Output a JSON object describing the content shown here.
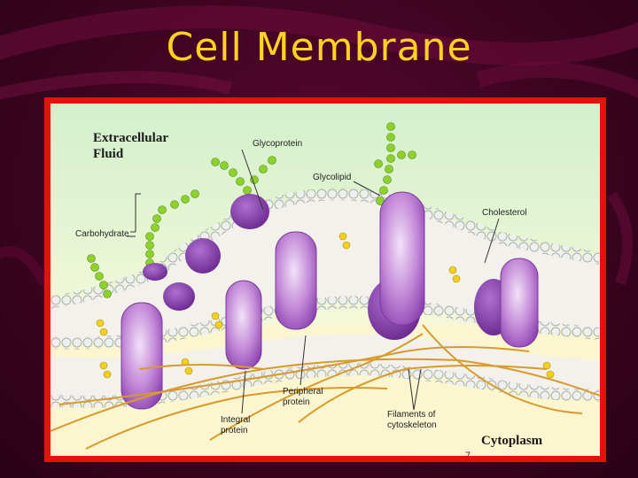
{
  "slide": {
    "title": "Cell Membrane",
    "page_number": "7"
  },
  "diagram": {
    "labels": {
      "extracellular_line1": "Extracellular",
      "extracellular_line2": "Fluid",
      "glycoprotein": "Glycoprotein",
      "glycolipid": "Glycolipid",
      "carbohydrate": "Carbohydrate",
      "cholesterol": "Cholesterol",
      "peripheral_line1": "Peripheral",
      "peripheral_line2": "protein",
      "integral_line1": "Integral",
      "integral_line2": "protein",
      "filaments_line1": "Filaments of",
      "filaments_line2": "cytoskeleton",
      "cytoplasm": "Cytoplasm"
    }
  },
  "colors": {
    "background": "#3e0420",
    "title": "#ffd21f",
    "frame_border": "#e8100c",
    "panel_top": "#d2f0cc",
    "panel_bottom": "#fbf6cf",
    "protein": "#a050c8",
    "carbohydrate": "#8fd12c",
    "filament": "#d89a2a",
    "cholesterol": "#f0d020"
  }
}
